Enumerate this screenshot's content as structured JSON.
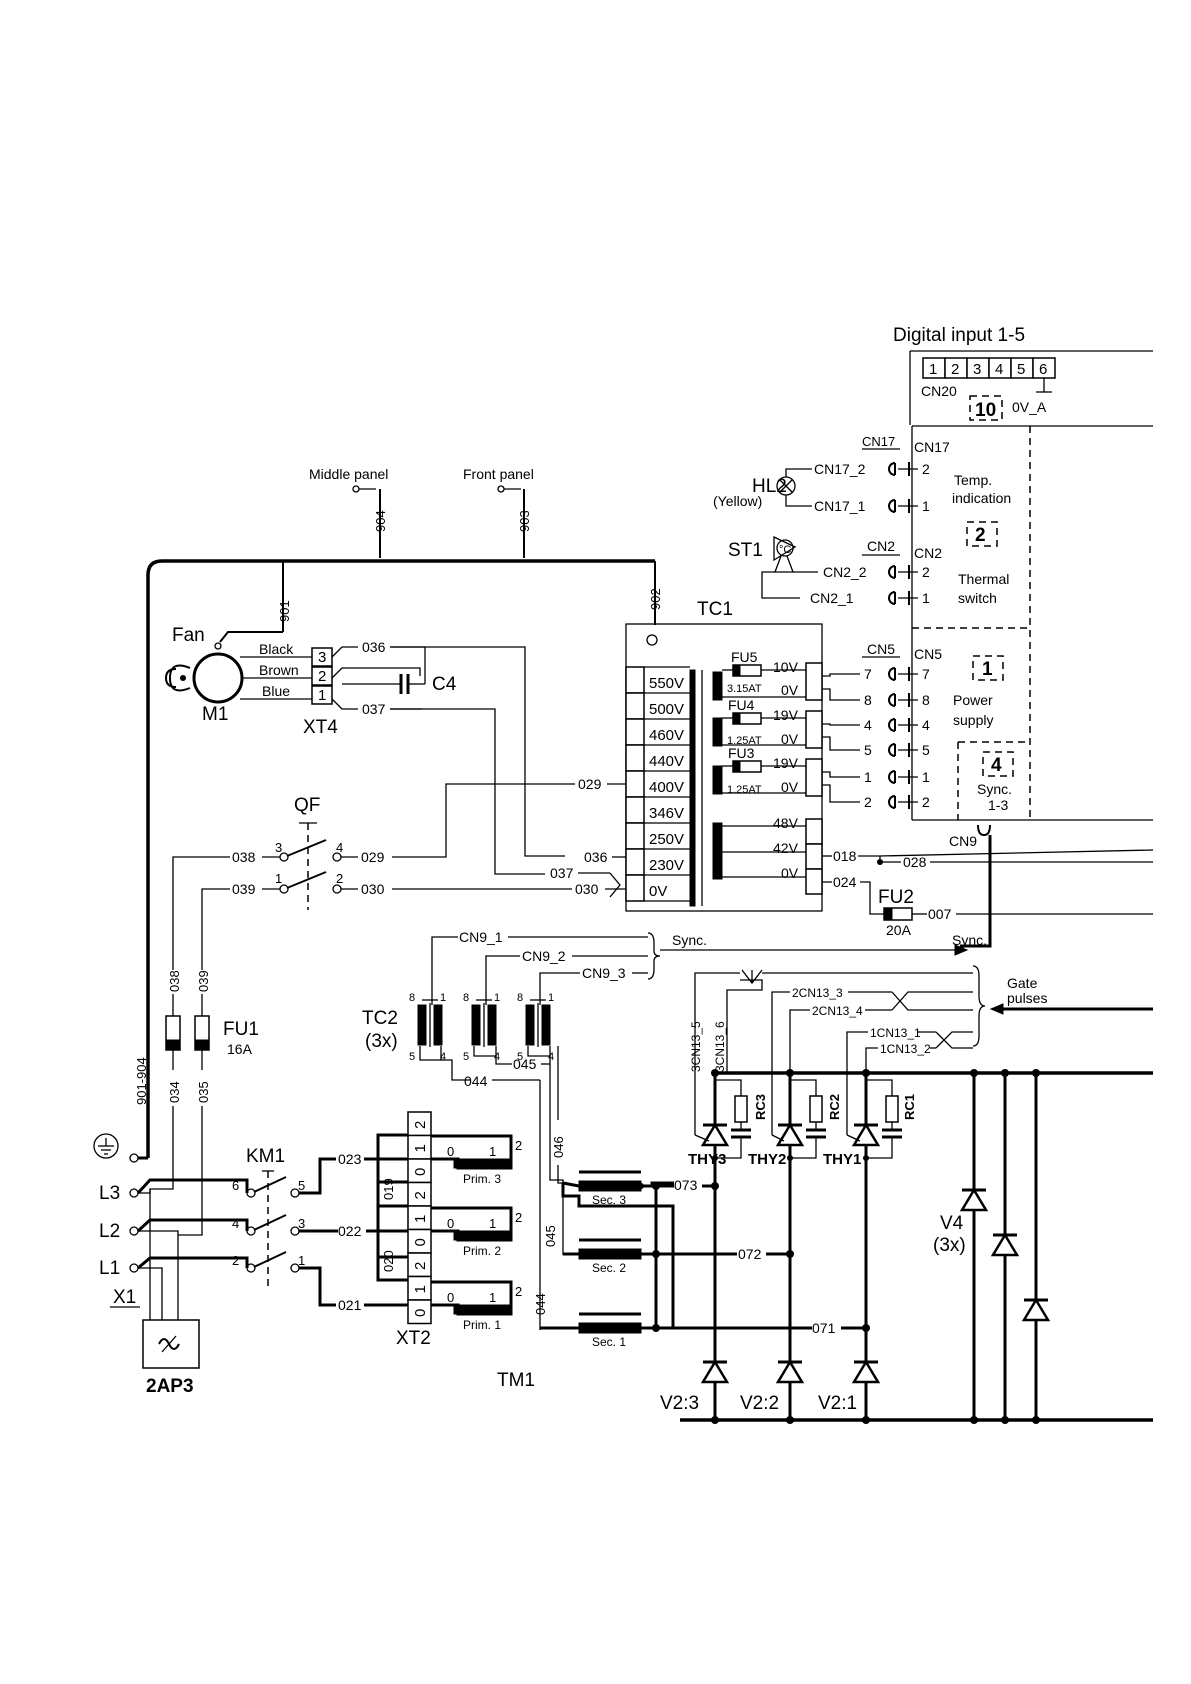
{
  "header": {
    "digital_input": "Digital input 1-5"
  },
  "cn20": {
    "pins": [
      "1",
      "2",
      "3",
      "4",
      "5",
      "6"
    ],
    "label": "CN20",
    "num": "10",
    "ground": "0V_A"
  },
  "panels": {
    "middle": "Middle panel",
    "front": "Front panel"
  },
  "wires": {
    "w904": "904",
    "w903": "903",
    "w901": "901",
    "w902": "902",
    "w901_904": "901-904",
    "w036": "036",
    "w037": "037",
    "w029": "029",
    "w030": "030",
    "w038": "038",
    "w039": "039",
    "w034": "034",
    "w035": "035",
    "w018": "018",
    "w028": "028",
    "w024": "024",
    "w007": "007",
    "w023": "023",
    "w022": "022",
    "w021": "021",
    "w019": "019",
    "w020": "020",
    "w044": "044",
    "w045": "045",
    "w046": "046",
    "w073": "073",
    "w072": "072",
    "w071": "071"
  },
  "hl2": {
    "name": "HL2",
    "sub": "(Yellow)",
    "a": "CN17_2",
    "b": "CN17_1"
  },
  "st1": {
    "name": "ST1",
    "a": "CN2_2",
    "b": "CN2_1"
  },
  "modules": {
    "cn17": "CN17",
    "temp1": "Temp.",
    "temp2": "indication",
    "num2": "2",
    "cn2": "CN2",
    "thermal1": "Thermal",
    "thermal2": "switch",
    "cn5": "CN5",
    "num1": "1",
    "power1": "Power",
    "power2": "supply",
    "num4": "4",
    "sync1": "Sync.",
    "sync2": "1-3",
    "cn9": "CN9"
  },
  "pins": {
    "p2": "2",
    "p1": "1",
    "p7": "7",
    "p8": "8",
    "p4": "4",
    "p5": "5"
  },
  "tc1": {
    "name": "TC1",
    "taps": [
      "550V",
      "500V",
      "460V",
      "440V",
      "400V",
      "346V",
      "250V",
      "230V",
      "0V"
    ]
  },
  "tc1_sec": {
    "fu5": "FU5",
    "fu5r": "3.15AT",
    "fu4": "FU4",
    "fu4r": "1.25AT",
    "fu3": "FU3",
    "fu3r": "1.25AT",
    "v10": "10V",
    "v19a": "19V",
    "v19b": "19V",
    "v0": "0V",
    "v48": "48V",
    "v42": "42V"
  },
  "fan": {
    "fan": "Fan",
    "black": "Black",
    "brown": "Brown",
    "blue": "Blue",
    "m1": "M1",
    "xt4": "XT4",
    "c4": "C4",
    "t3": "3",
    "t2": "2",
    "t1": "1"
  },
  "qf": {
    "name": "QF",
    "p3": "3",
    "p4": "4",
    "p1": "1",
    "p2": "2"
  },
  "fu1": {
    "name": "FU1",
    "rating": "16A"
  },
  "fu2": {
    "name": "FU2",
    "rating": "20A"
  },
  "sync": {
    "cn9_1": "CN9_1",
    "cn9_2": "CN9_2",
    "cn9_3": "CN9_3",
    "label": "Sync.",
    "label2": "Sync."
  },
  "tc2": {
    "name": "TC2",
    "count": "(3x)",
    "n8": "8",
    "n1": "1",
    "n5": "5",
    "n4": "4"
  },
  "gate": {
    "g1": "Gate",
    "g2": "pulses",
    "c35": "3CN13_5",
    "c36": "3CN13_6",
    "c23": "2CN13_3",
    "c24": "2CN13_4",
    "c11": "1CN13_1",
    "c12": "1CN13_2"
  },
  "km1": {
    "name": "KM1",
    "p6": "6",
    "p5": "5",
    "p4": "4",
    "p3": "3",
    "p2": "2",
    "p1": "1"
  },
  "lines": {
    "l3": "L3",
    "l2": "L2",
    "l1": "L1",
    "x1": "X1",
    "ap": "2AP3"
  },
  "xt2": {
    "name": "XT2",
    "prim3": "Prim. 3",
    "prim2": "Prim. 2",
    "prim1": "Prim. 1",
    "s0": "0",
    "s1": "1",
    "s2": "2"
  },
  "tm1": {
    "name": "TM1",
    "sec3": "Sec. 3",
    "sec2": "Sec. 2",
    "sec1": "Sec. 1"
  },
  "thy": {
    "thy3": "THY3",
    "thy2": "THY2",
    "thy1": "THY1",
    "rc3": "RC3",
    "rc2": "RC2",
    "rc1": "RC1"
  },
  "v2": {
    "v23": "V2:3",
    "v22": "V2:2",
    "v21": "V2:1"
  },
  "v4": {
    "name": "V4",
    "count": "(3x)"
  }
}
